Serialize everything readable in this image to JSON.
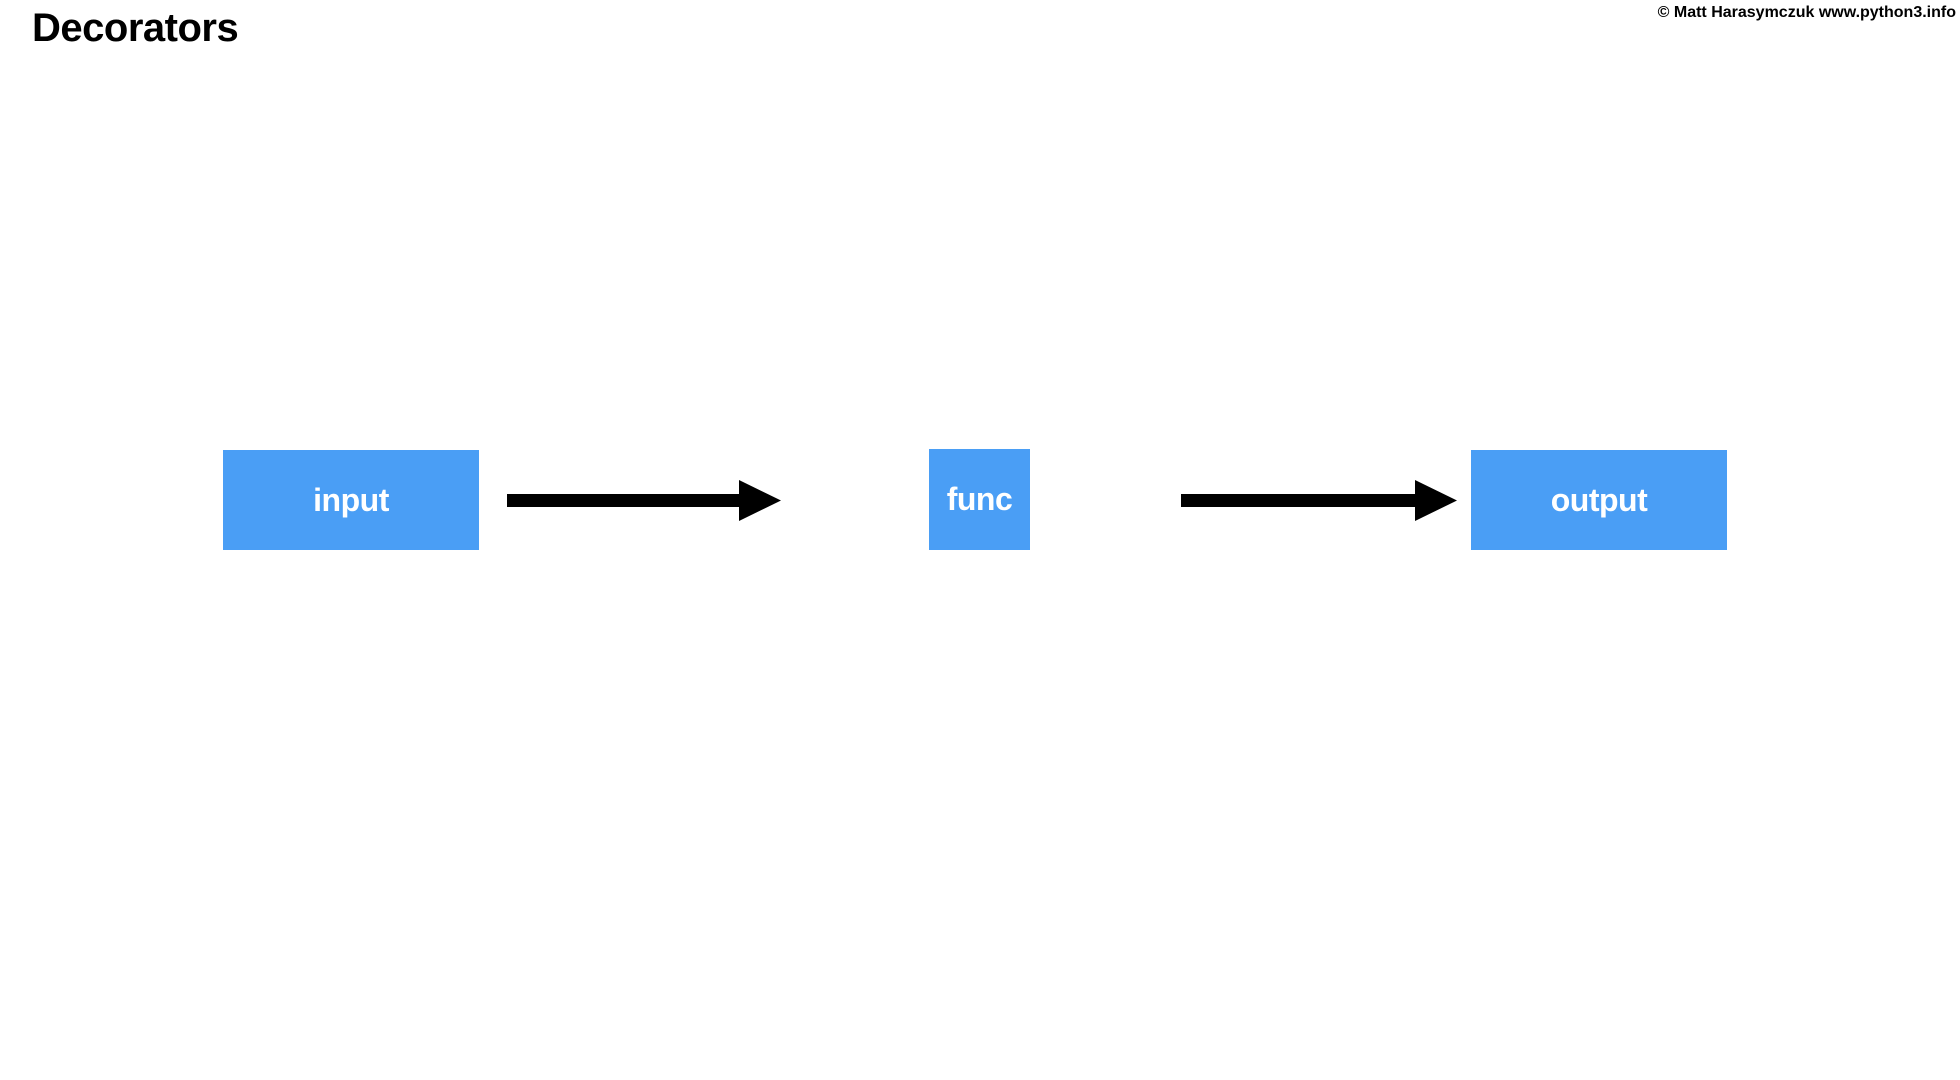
{
  "page": {
    "title": "Decorators",
    "copyright": "© Matt Harasymczuk www.python3.info"
  },
  "diagram": {
    "type": "flow",
    "direction": "left-to-right",
    "nodes": [
      {
        "id": "input",
        "label": "input"
      },
      {
        "id": "func",
        "label": "func"
      },
      {
        "id": "output",
        "label": "output"
      }
    ],
    "edges": [
      {
        "from": "input",
        "to": "func",
        "style": "thick-black-arrow"
      },
      {
        "from": "func",
        "to": "output",
        "style": "thick-black-arrow"
      }
    ],
    "colors": {
      "node_fill": "#4A9EF5",
      "node_text": "#FFFFFF",
      "arrow": "#000000",
      "background": "#FFFFFF",
      "title_text": "#000000"
    }
  }
}
